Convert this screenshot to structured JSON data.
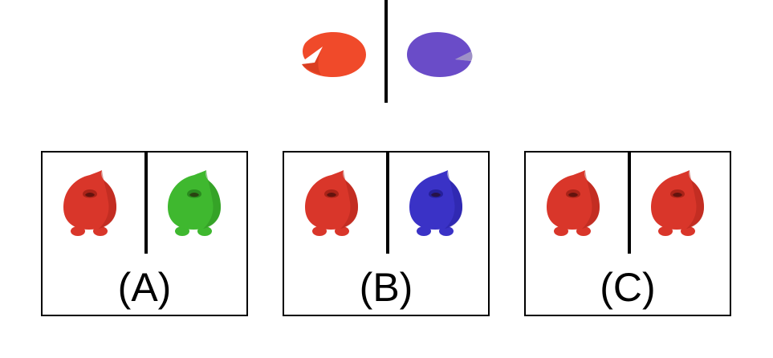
{
  "example": {
    "left_shape": {
      "icon": "chipped-disc-icon",
      "color": "#f04a2a",
      "shade": "#c8341a"
    },
    "right_shape": {
      "icon": "chipped-disc-icon",
      "color": "#6a4cc8",
      "shade": "#4e3599"
    }
  },
  "options": [
    {
      "label": "(A)",
      "left": {
        "icon": "round-creature-icon",
        "color": "#d9362a",
        "shade": "#a92318"
      },
      "right": {
        "icon": "round-creature-icon",
        "color": "#3fb82f",
        "shade": "#2a8a1f"
      }
    },
    {
      "label": "(B)",
      "left": {
        "icon": "round-creature-icon",
        "color": "#d9362a",
        "shade": "#a92318"
      },
      "right": {
        "icon": "round-creature-icon",
        "color": "#3a32c6",
        "shade": "#25209a"
      }
    },
    {
      "label": "(C)",
      "left": {
        "icon": "round-creature-icon",
        "color": "#d9362a",
        "shade": "#a92318"
      },
      "right": {
        "icon": "round-creature-icon",
        "color": "#d9362a",
        "shade": "#a92318"
      }
    }
  ]
}
